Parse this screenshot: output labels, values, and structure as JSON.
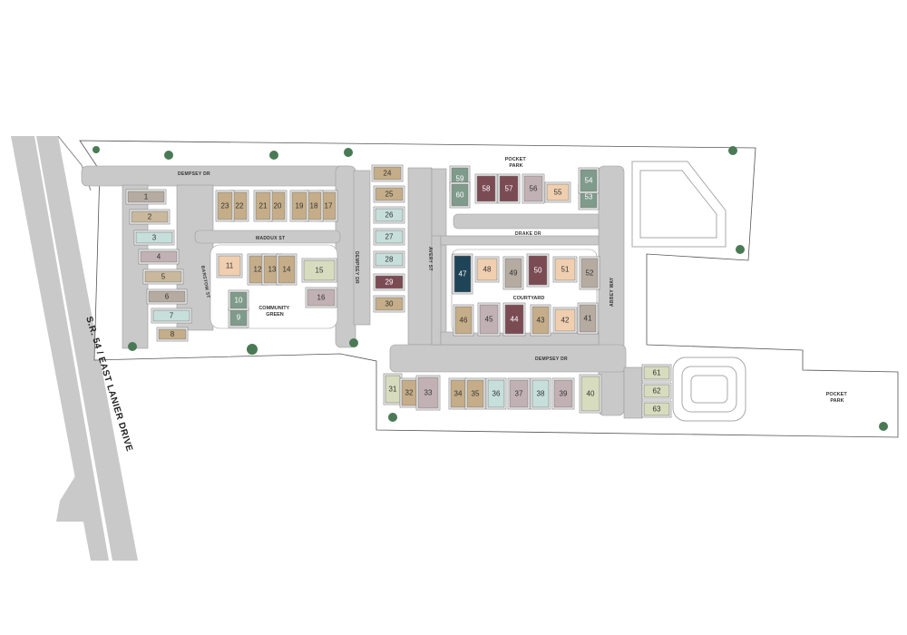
{
  "highway": {
    "label": "S.R. 54 / EAST LANIER DRIVE"
  },
  "streets": {
    "dempsey_top": "DEMPSEY DR",
    "maddux": "MADDUX ST",
    "barstow": "BARSTOW ST",
    "dempsey_mid": "DEMPSEY DR",
    "avery": "AVERY ST",
    "drake": "DRAKE DR",
    "dempsey_bottom": "DEMPSEY DR",
    "abbey": "ABBEY WAY"
  },
  "areas": {
    "community_green": [
      "COMMUNITY",
      "GREEN"
    ],
    "pocket_park_top": [
      "POCKET",
      "PARK"
    ],
    "courtyard": "COURTYARD",
    "pocket_park_right": [
      "POCKET",
      "PARK"
    ]
  },
  "colors": {
    "tan": "#c9b89c",
    "sand": "#c4ad88",
    "gray": "#b5aba0",
    "teal": "#c6dfdb",
    "sage": "#7f9b8b",
    "maroon": "#7b4b54",
    "peach": "#f0cfb0",
    "mauve": "#c2b1b4",
    "navy": "#1f4457",
    "olive": "#d6dcbd",
    "road": "#c9c9c9",
    "lotbg": "#f4f4f4"
  },
  "lots": [
    {
      "n": "1",
      "c": "gray"
    },
    {
      "n": "2",
      "c": "tan"
    },
    {
      "n": "3",
      "c": "teal"
    },
    {
      "n": "4",
      "c": "mauve"
    },
    {
      "n": "5",
      "c": "tan"
    },
    {
      "n": "6",
      "c": "gray"
    },
    {
      "n": "7",
      "c": "teal"
    },
    {
      "n": "8",
      "c": "sand"
    },
    {
      "n": "9",
      "c": "sage"
    },
    {
      "n": "10",
      "c": "sage"
    },
    {
      "n": "11",
      "c": "peach"
    },
    {
      "n": "12",
      "c": "sand"
    },
    {
      "n": "13",
      "c": "sand"
    },
    {
      "n": "14",
      "c": "sand"
    },
    {
      "n": "15",
      "c": "olive"
    },
    {
      "n": "16",
      "c": "mauve"
    },
    {
      "n": "17",
      "c": "sand"
    },
    {
      "n": "18",
      "c": "sand"
    },
    {
      "n": "19",
      "c": "sand"
    },
    {
      "n": "20",
      "c": "sand"
    },
    {
      "n": "21",
      "c": "sand"
    },
    {
      "n": "22",
      "c": "sand"
    },
    {
      "n": "23",
      "c": "sand"
    },
    {
      "n": "24",
      "c": "sand"
    },
    {
      "n": "25",
      "c": "sand"
    },
    {
      "n": "26",
      "c": "teal"
    },
    {
      "n": "27",
      "c": "teal"
    },
    {
      "n": "28",
      "c": "teal"
    },
    {
      "n": "29",
      "c": "maroon"
    },
    {
      "n": "30",
      "c": "sand"
    },
    {
      "n": "31",
      "c": "olive"
    },
    {
      "n": "32",
      "c": "sand"
    },
    {
      "n": "33",
      "c": "mauve"
    },
    {
      "n": "34",
      "c": "sand"
    },
    {
      "n": "35",
      "c": "sand"
    },
    {
      "n": "36",
      "c": "teal"
    },
    {
      "n": "37",
      "c": "mauve"
    },
    {
      "n": "38",
      "c": "teal"
    },
    {
      "n": "39",
      "c": "mauve"
    },
    {
      "n": "40",
      "c": "olive"
    },
    {
      "n": "41",
      "c": "gray"
    },
    {
      "n": "42",
      "c": "peach"
    },
    {
      "n": "43",
      "c": "sand"
    },
    {
      "n": "44",
      "c": "maroon"
    },
    {
      "n": "45",
      "c": "mauve"
    },
    {
      "n": "46",
      "c": "sand"
    },
    {
      "n": "47",
      "c": "navy"
    },
    {
      "n": "48",
      "c": "peach"
    },
    {
      "n": "49",
      "c": "gray"
    },
    {
      "n": "50",
      "c": "maroon"
    },
    {
      "n": "51",
      "c": "peach"
    },
    {
      "n": "52",
      "c": "gray"
    },
    {
      "n": "53",
      "c": "sage"
    },
    {
      "n": "54",
      "c": "sage"
    },
    {
      "n": "55",
      "c": "peach"
    },
    {
      "n": "56",
      "c": "mauve"
    },
    {
      "n": "57",
      "c": "maroon"
    },
    {
      "n": "58",
      "c": "maroon"
    },
    {
      "n": "59",
      "c": "sage"
    },
    {
      "n": "60",
      "c": "sage"
    },
    {
      "n": "61",
      "c": "olive"
    },
    {
      "n": "62",
      "c": "olive"
    },
    {
      "n": "63",
      "c": "olive"
    }
  ]
}
